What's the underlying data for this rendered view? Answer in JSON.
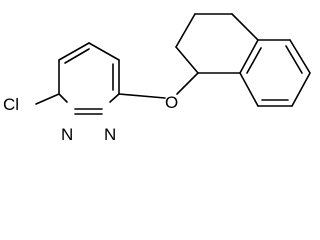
{
  "structure": {
    "atoms": {
      "chlorine": "Cl",
      "nitrogen_1": "N",
      "nitrogen_2": "N",
      "oxygen": "O"
    }
  }
}
